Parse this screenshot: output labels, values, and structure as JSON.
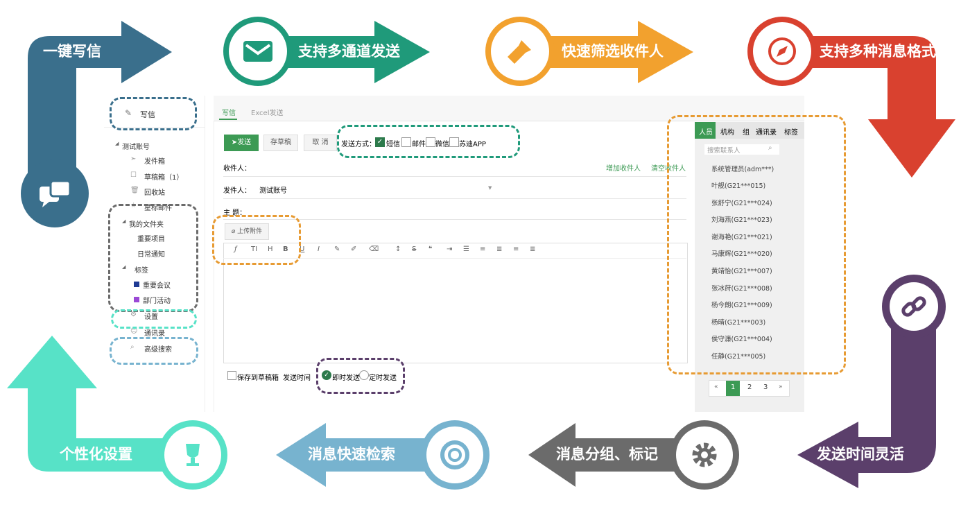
{
  "features": {
    "write": "一键写信",
    "multi_channel": "支持多通道发送",
    "filter": "快速筛选收件人",
    "formats": "支持多种消息格式",
    "timing": "发送时间灵活",
    "group": "消息分组、标记",
    "search": "消息快速检索",
    "personal": "个性化设置"
  },
  "colors": {
    "blue": "#3a6f8c",
    "green": "#1f9a7a",
    "orange": "#f2a12e",
    "red": "#d9412f",
    "purple": "#5b3f6b",
    "gray": "#6b6b6b",
    "lightblue": "#77b3cf",
    "teal": "#57e2c7"
  },
  "sidebar": {
    "compose": "写信",
    "account": "测试账号",
    "sent": "发件箱",
    "drafts": "草稿箱（1）",
    "trash": "回收站",
    "starred": "星标邮件",
    "folders": "我的文件夹",
    "folder1": "重要项目",
    "folder2": "日常通知",
    "tags": "标签",
    "tag1": "重要会议",
    "tag2": "部门活动",
    "settings": "设置",
    "contacts": "通讯录",
    "advanced": "高级搜索"
  },
  "tabs": {
    "write": "写信",
    "excel": "Excel发送"
  },
  "toolbar": {
    "send": "发送",
    "draft": "存草稿",
    "cancel": "取 消",
    "method_label": "发送方式：",
    "sms": "短信",
    "mail": "邮件",
    "wechat": "微信",
    "app": "苏迪APP"
  },
  "form": {
    "recipient": "收件人：",
    "add_recipient": "增加收件人",
    "clear_recipient": "清空收件人",
    "sender": "发件人：",
    "sender_value": "测试账号",
    "subject": "主 题：",
    "attach": "上传附件"
  },
  "bottom": {
    "save_draft": "保存到草稿箱",
    "send_time": "发送时间",
    "instant": "即时发送",
    "scheduled": "定时发送"
  },
  "panel": {
    "tabs": [
      "人员",
      "机构",
      "组",
      "通讯录",
      "标签"
    ],
    "search_placeholder": "搜索联系人",
    "contacts": [
      "系统管理员(adm***)",
      "叶舰(G21***015)",
      "张舒宁(G21***024)",
      "刘海燕(G21***023)",
      "谢海艳(G21***021)",
      "马康辉(G21***020)",
      "黄靖怡(G21***007)",
      "张冰莳(G21***008)",
      "杨今朗(G21***009)",
      "杨晴(G21***003)",
      "侯守濂(G21***004)",
      "任静(G21***005)"
    ],
    "pages": [
      "«",
      "1",
      "2",
      "3",
      "»"
    ]
  }
}
